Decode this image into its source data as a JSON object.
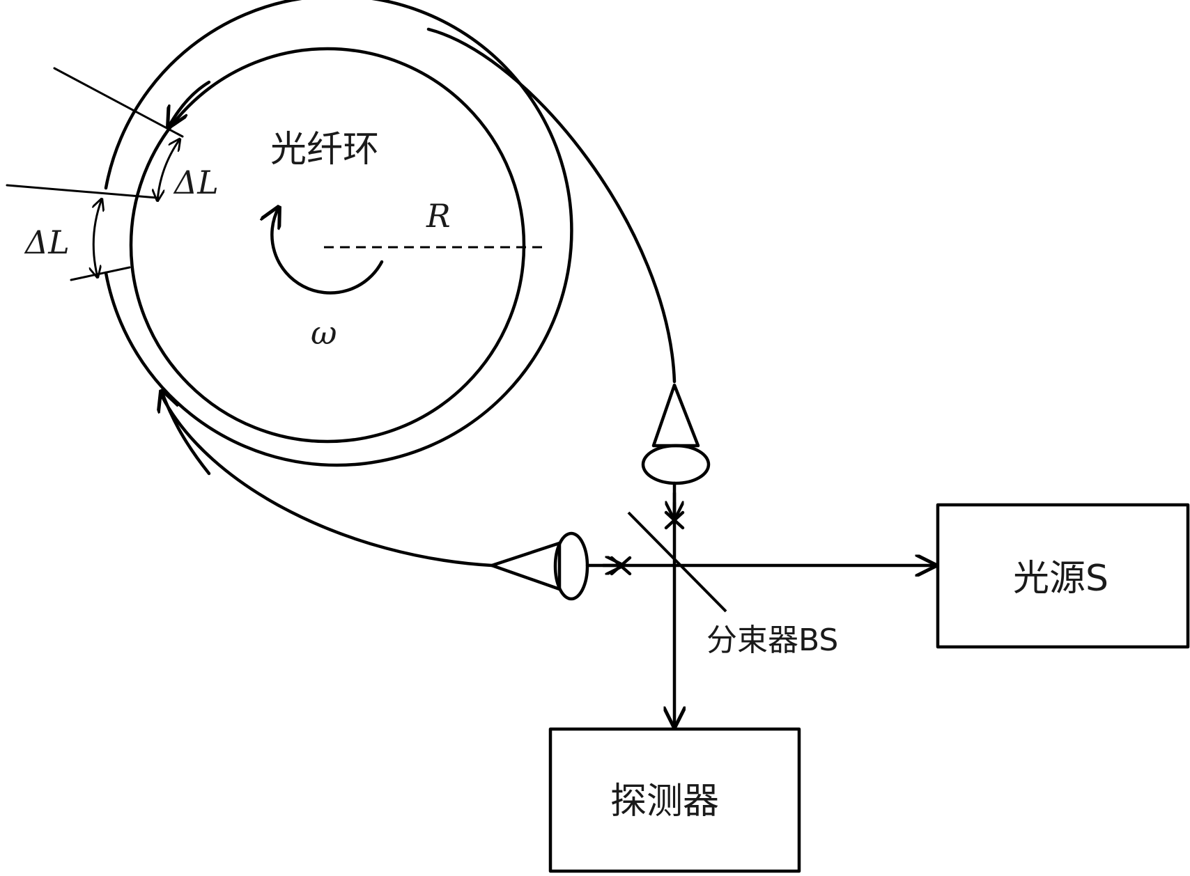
{
  "fiber_coil": {
    "label": "光纤环"
  },
  "radius": {
    "label": "R"
  },
  "rotation": {
    "label": "ω"
  },
  "delta_l_inner": {
    "label": "ΔL"
  },
  "delta_l_outer": {
    "label": "ΔL"
  },
  "beam_splitter": {
    "label": "分束器BS"
  },
  "light_source": {
    "label": "光源S"
  },
  "detector": {
    "label": "探测器"
  }
}
